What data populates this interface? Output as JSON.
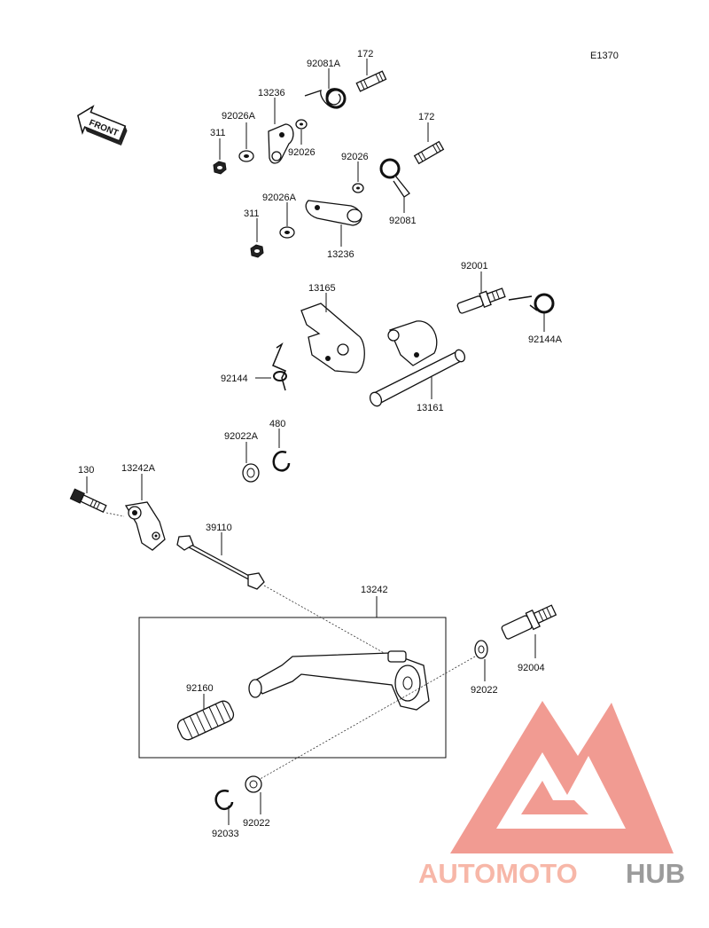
{
  "diagram_code": "E1370",
  "front_label": "FRONT",
  "watermark": {
    "word_a": "AUTOMOTO",
    "word_b": "HUB",
    "color_a": "#f7b7a8",
    "color_b": "#9b9b9b",
    "logo_color": "#ef8a80"
  },
  "labels": {
    "p92081A": "92081A",
    "p172a": "172",
    "p13236a": "13236",
    "p92026Aa": "92026A",
    "p311a": "311",
    "p92026a": "92026",
    "p172b": "172",
    "p92026b": "92026",
    "p92081": "92081",
    "p92026Ab": "92026A",
    "p311b": "311",
    "p13236b": "13236",
    "p92001": "92001",
    "p13165": "13165",
    "p92144A": "92144A",
    "p92144": "92144",
    "p13161": "13161",
    "p480": "480",
    "p92022A": "92022A",
    "p130": "130",
    "p13242A": "13242A",
    "p39110": "39110",
    "p13242": "13242",
    "p92160": "92160",
    "p92004": "92004",
    "p92022a": "92022",
    "p92033": "92033",
    "p92022b": "92022"
  }
}
